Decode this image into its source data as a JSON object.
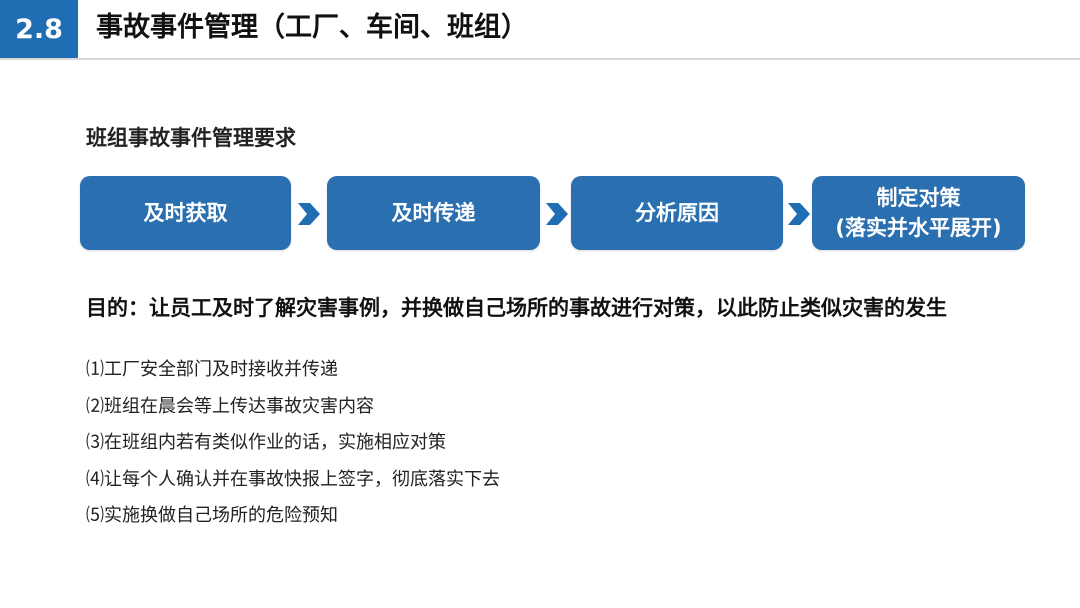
{
  "header": {
    "section_number": "2.8",
    "title": "事故事件管理（工厂、车间、班组）"
  },
  "section_title": "班组事故事件管理要求",
  "flow": {
    "steps": [
      {
        "line1": "及时获取",
        "line2": ""
      },
      {
        "line1": "及时传递",
        "line2": ""
      },
      {
        "line1": "分析原因",
        "line2": ""
      },
      {
        "line1": "制定对策",
        "line2": "(落实并水平展开)"
      }
    ],
    "colors": {
      "step_fill": "#2a6fb0",
      "arrow_fill": "#1f6db3"
    },
    "arrow_icon": "chevron-right-arrow-icon"
  },
  "purpose": "目的：让员工及时了解灾害事例，并换做自己场所的事故进行对策，以此防止类似灾害的发生",
  "items": [
    "⑴工厂安全部门及时接收并传递",
    "⑵班组在晨会等上传达事故灾害内容",
    "⑶在班组内若有类似作业的话，实施相应对策",
    "⑷让每个人确认并在事故快报上签字，彻底落实下去",
    "⑸实施换做自己场所的危险预知"
  ],
  "colors": {
    "accent": "#1f6db3"
  }
}
